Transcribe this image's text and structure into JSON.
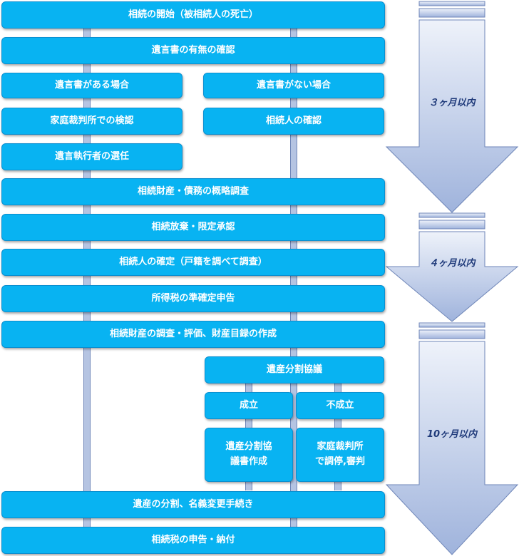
{
  "flow": {
    "start": "相続の開始（被相続人の死亡）",
    "will_check": "遺言書の有無の確認",
    "will_yes": "遺言書がある場合",
    "will_no": "遺言書がない場合",
    "probate": "家庭裁判所での検認",
    "heirs_check": "相続人の確認",
    "executor": "遺言執行者の選任",
    "survey": "相続財産・債務の概略調査",
    "renounce": "相続放棄・限定承認",
    "heirs_fix": "相続人の確定（戸籍を調べて調査）",
    "income_tax": "所得税の準確定申告",
    "appraisal": "相続財産の調査・評価、財産目録の作成",
    "division_talk": "遺産分割協議",
    "agreed": "成立",
    "not_agreed": "不成立",
    "agreement_doc": [
      "遺産分割協",
      "議書作成"
    ],
    "court": [
      "家庭裁判所",
      "で調停,審判"
    ],
    "transfer": "遺産の分割、名義変更手続き",
    "tax_filing": "相続税の申告・納付"
  },
  "deadlines": {
    "first": "３ヶ月以内",
    "second": "４ヶ月以内",
    "third": "10ヶ月以内"
  },
  "colors": {
    "box_fill": "#08b3f2",
    "box_border": "#0a8fd0",
    "arrow_fill": "#b4c4e4",
    "connector": "#b5c4e2"
  }
}
